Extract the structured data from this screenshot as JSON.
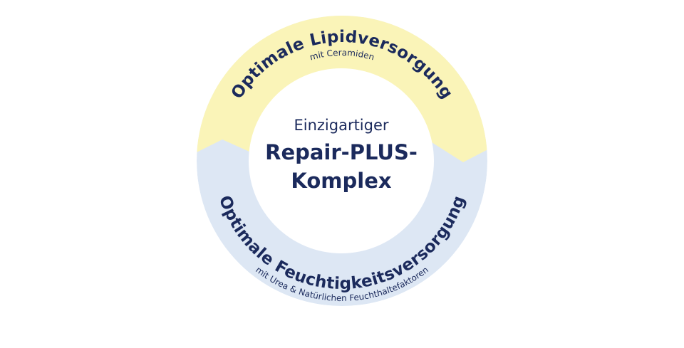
{
  "diagram": {
    "top_segment": {
      "title": "Optimale Lipidversorgung",
      "subtitle": "mit Ceramiden",
      "color": "#faf4b8"
    },
    "bottom_segment": {
      "title": "Optimale Feuchtigkeitsversorgung",
      "subtitle": "mit Urea & Natürlichen Feuchthaltefaktoren",
      "color": "#dde7f4"
    },
    "center": {
      "line1": "Einzigartiger",
      "line2": "Repair-PLUS-",
      "line3": "Komplex"
    },
    "text_color": "#1b2a5c"
  }
}
